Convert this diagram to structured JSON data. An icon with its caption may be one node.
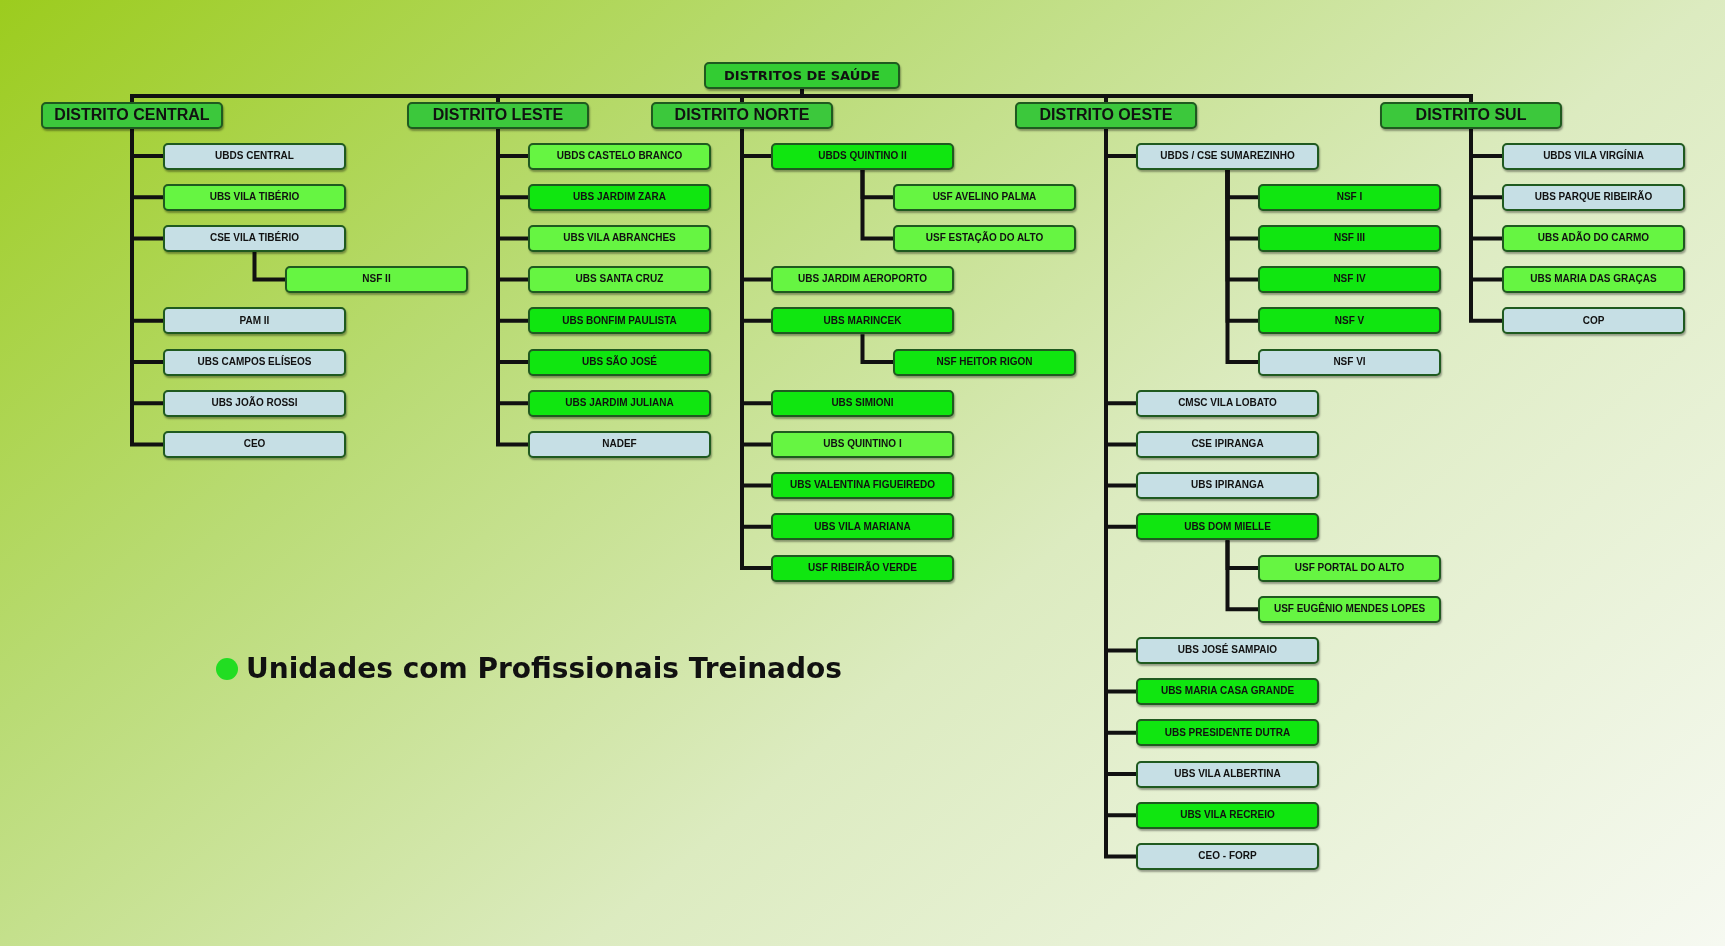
{
  "diagram": {
    "nodes": [
      {
        "text": [
          "DISTRITOS DE SAÚDE"
        ]
      },
      {
        "text": [
          "DISTRITO CENTRAL"
        ]
      },
      {
        "text": [
          "DISTRITO LESTE"
        ]
      },
      {
        "text": [
          "DISTRITO NORTE"
        ]
      },
      {
        "text": [
          "DISTRITO OESTE"
        ]
      },
      {
        "text": [
          "DISTRITO SUL"
        ]
      },
      {
        "text": [
          "UBDS CENTRAL"
        ]
      },
      {
        "text": [
          "UBS VILA TIBÉRIO"
        ]
      },
      {
        "text": [
          "CSE VILA TIBÉRIO"
        ]
      },
      {
        "text": [
          "NSF II"
        ]
      },
      {
        "text": [
          "PAM II"
        ]
      },
      {
        "text": [
          "UBS CAMPOS ELÍSEOS"
        ]
      },
      {
        "text": [
          "UBS JOÃO ROSSI"
        ]
      },
      {
        "text": [
          "CEO"
        ]
      },
      {
        "text": [
          "UBDS CASTELO BRANCO"
        ]
      },
      {
        "text": [
          "UBS JARDIM ZARA"
        ]
      },
      {
        "text": [
          "UBS VILA ABRANCHES"
        ]
      },
      {
        "text": [
          "UBS SANTA CRUZ"
        ]
      },
      {
        "text": [
          "UBS BONFIM PAULISTA"
        ]
      },
      {
        "text": [
          "UBS SÃO JOSÉ"
        ]
      },
      {
        "text": [
          "UBS JARDIM JULIANA"
        ]
      },
      {
        "text": [
          "NADEF"
        ]
      },
      {
        "text": [
          "UBDS QUINTINO II"
        ]
      },
      {
        "text": [
          "USF AVELINO PALMA"
        ]
      },
      {
        "text": [
          "USF ESTAÇÃO DO ALTO"
        ]
      },
      {
        "text": [
          "UBS JARDIM AEROPORTO"
        ]
      },
      {
        "text": [
          "UBS MARINCEK"
        ]
      },
      {
        "text": [
          "NSF HEITOR RIGON"
        ]
      },
      {
        "text": [
          "UBS SIMIONI"
        ]
      },
      {
        "text": [
          "UBS QUINTINO I"
        ]
      },
      {
        "text": [
          "UBS VALENTINA FIGUEIREDO"
        ]
      },
      {
        "text": [
          "UBS VILA MARIANA"
        ]
      },
      {
        "text": [
          "USF RIBEIRÃO VERDE"
        ]
      },
      {
        "text": [
          "UBDS / CSE SUMAREZINHO"
        ]
      },
      {
        "text": [
          "NSF I"
        ]
      },
      {
        "text": [
          "NSF III"
        ]
      },
      {
        "text": [
          "NSF IV"
        ]
      },
      {
        "text": [
          "NSF V"
        ]
      },
      {
        "text": [
          "NSF VI"
        ]
      },
      {
        "text": [
          "CMSC VILA LOBATO"
        ]
      },
      {
        "text": [
          "CSE IPIRANGA"
        ]
      },
      {
        "text": [
          "UBS IPIRANGA"
        ]
      },
      {
        "text": [
          "UBS DOM MIELLE"
        ]
      },
      {
        "text": [
          "USF PORTAL DO ALTO"
        ]
      },
      {
        "text": [
          "USF EUGÊNIO MENDES LOPES"
        ]
      },
      {
        "text": [
          "UBS JOSÉ SAMPAIO"
        ]
      },
      {
        "text": [
          "UBS MARIA CASA GRANDE"
        ]
      },
      {
        "text": [
          "UBS PRESIDENTE DUTRA"
        ]
      },
      {
        "text": [
          "UBS VILA ALBERTINA"
        ]
      },
      {
        "text": [
          "UBS VILA RECREIO"
        ]
      },
      {
        "text": [
          "CEO - FORP"
        ]
      },
      {
        "text": [
          "UBDS VILA VIRGÍNIA"
        ]
      },
      {
        "text": [
          "UBS PARQUE RIBEIRÃO"
        ]
      },
      {
        "text": [
          "UBS ADÃO DO CARMO"
        ]
      },
      {
        "text": [
          "UBS MARIA DAS GRAÇAS"
        ]
      },
      {
        "text": [
          "COP"
        ]
      }
    ],
    "edges": [
      {
        "from": 0,
        "to": 1,
        "arrow": "none"
      },
      {
        "from": 0,
        "to": 2,
        "arrow": "none"
      },
      {
        "from": 0,
        "to": 3,
        "arrow": "none"
      },
      {
        "from": 0,
        "to": 4,
        "arrow": "none"
      },
      {
        "from": 0,
        "to": 5,
        "arrow": "none"
      },
      {
        "from": 1,
        "to": 6,
        "arrow": "none"
      },
      {
        "from": 1,
        "to": 7,
        "arrow": "none"
      },
      {
        "from": 1,
        "to": 8,
        "arrow": "none"
      },
      {
        "from": 8,
        "to": 9,
        "arrow": "none"
      },
      {
        "from": 1,
        "to": 10,
        "arrow": "none"
      },
      {
        "from": 1,
        "to": 11,
        "arrow": "none"
      },
      {
        "from": 1,
        "to": 12,
        "arrow": "none"
      },
      {
        "from": 1,
        "to": 13,
        "arrow": "none"
      },
      {
        "from": 2,
        "to": 14,
        "arrow": "none"
      },
      {
        "from": 2,
        "to": 15,
        "arrow": "none"
      },
      {
        "from": 2,
        "to": 16,
        "arrow": "none"
      },
      {
        "from": 2,
        "to": 17,
        "arrow": "none"
      },
      {
        "from": 2,
        "to": 18,
        "arrow": "none"
      },
      {
        "from": 2,
        "to": 19,
        "arrow": "none"
      },
      {
        "from": 2,
        "to": 20,
        "arrow": "none"
      },
      {
        "from": 2,
        "to": 21,
        "arrow": "none"
      },
      {
        "from": 3,
        "to": 22,
        "arrow": "none"
      },
      {
        "from": 22,
        "to": 23,
        "arrow": "none"
      },
      {
        "from": 22,
        "to": 24,
        "arrow": "none"
      },
      {
        "from": 3,
        "to": 25,
        "arrow": "none"
      },
      {
        "from": 3,
        "to": 26,
        "arrow": "none"
      },
      {
        "from": 26,
        "to": 27,
        "arrow": "none"
      },
      {
        "from": 3,
        "to": 28,
        "arrow": "none"
      },
      {
        "from": 3,
        "to": 29,
        "arrow": "none"
      },
      {
        "from": 3,
        "to": 30,
        "arrow": "none"
      },
      {
        "from": 3,
        "to": 31,
        "arrow": "none"
      },
      {
        "from": 3,
        "to": 32,
        "arrow": "none"
      },
      {
        "from": 4,
        "to": 33,
        "arrow": "none"
      },
      {
        "from": 33,
        "to": 34,
        "arrow": "none"
      },
      {
        "from": 33,
        "to": 35,
        "arrow": "none"
      },
      {
        "from": 33,
        "to": 36,
        "arrow": "none"
      },
      {
        "from": 33,
        "to": 37,
        "arrow": "none"
      },
      {
        "from": 33,
        "to": 38,
        "arrow": "none"
      },
      {
        "from": 4,
        "to": 39,
        "arrow": "none"
      },
      {
        "from": 4,
        "to": 40,
        "arrow": "none"
      },
      {
        "from": 4,
        "to": 41,
        "arrow": "none"
      },
      {
        "from": 4,
        "to": 42,
        "arrow": "none"
      },
      {
        "from": 42,
        "to": 43,
        "arrow": "none"
      },
      {
        "from": 42,
        "to": 44,
        "arrow": "none"
      },
      {
        "from": 4,
        "to": 45,
        "arrow": "none"
      },
      {
        "from": 4,
        "to": 46,
        "arrow": "none"
      },
      {
        "from": 4,
        "to": 47,
        "arrow": "none"
      },
      {
        "from": 4,
        "to": 48,
        "arrow": "none"
      },
      {
        "from": 4,
        "to": 49,
        "arrow": "none"
      },
      {
        "from": 4,
        "to": 50,
        "arrow": "none"
      },
      {
        "from": 5,
        "to": 51,
        "arrow": "none"
      },
      {
        "from": 5,
        "to": 52,
        "arrow": "none"
      },
      {
        "from": 5,
        "to": 53,
        "arrow": "none"
      },
      {
        "from": 5,
        "to": 54,
        "arrow": "none"
      },
      {
        "from": 5,
        "to": 55,
        "arrow": "none"
      }
    ],
    "legend": [
      {
        "text": "Unidades com Profissionais Treinados",
        "color": "#22dd22"
      }
    ]
  }
}
